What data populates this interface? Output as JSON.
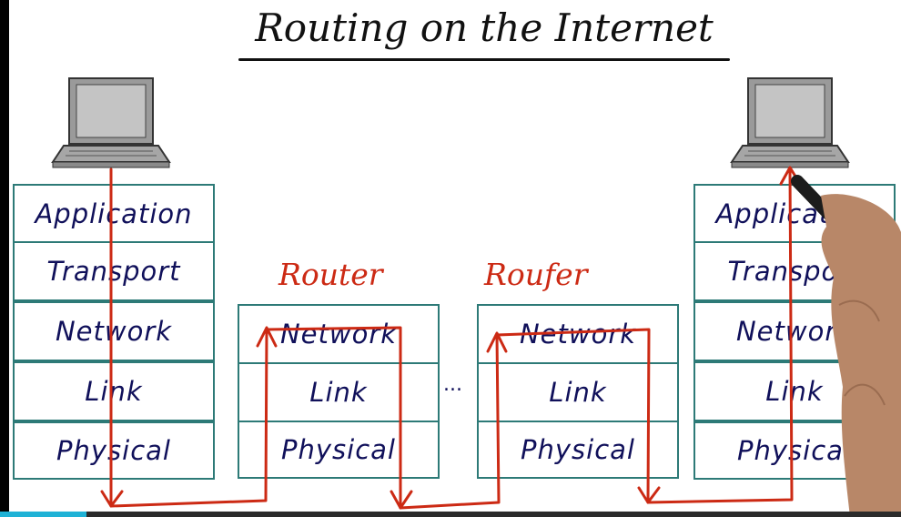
{
  "title": "Routing on the Internet",
  "routers": {
    "left_label": "Router",
    "right_label": "Roufer",
    "ellipsis": "..."
  },
  "stacks": {
    "host_left": [
      "Application",
      "Transport",
      "Network",
      "Link",
      "Physical"
    ],
    "router_left": [
      "Network",
      "Link",
      "Physical"
    ],
    "router_right": [
      "Network",
      "Link",
      "Physical"
    ],
    "host_right": [
      "Application",
      "Transport",
      "Network",
      "Link",
      "Physical"
    ]
  },
  "colors": {
    "ink": "#10105a",
    "box_border": "#2d7a77",
    "route": "#cc2a14",
    "laptop_body": "#9a9a9a",
    "laptop_screen": "#bdbdbd"
  },
  "icons": [
    "laptop-icon",
    "laptop-icon",
    "hand-with-marker"
  ]
}
